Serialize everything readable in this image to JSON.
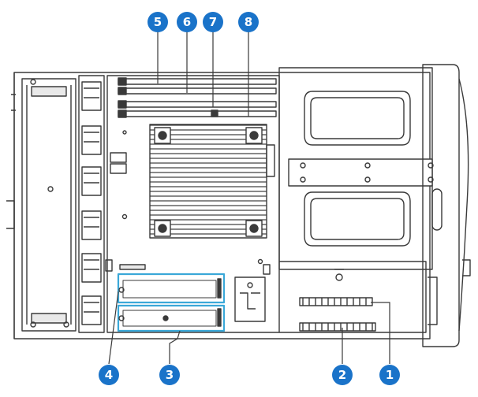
{
  "colors": {
    "callout": "#1a73c9",
    "highlight": "#3aa8d8",
    "line": "#3a3a3a",
    "fill": "#ffffff",
    "shade": "#e9e9e9"
  },
  "callouts": [
    {
      "id": "1",
      "label": "1"
    },
    {
      "id": "2",
      "label": "2"
    },
    {
      "id": "3",
      "label": "3"
    },
    {
      "id": "4",
      "label": "4"
    },
    {
      "id": "5",
      "label": "5"
    },
    {
      "id": "6",
      "label": "6"
    },
    {
      "id": "7",
      "label": "7"
    },
    {
      "id": "8",
      "label": "8"
    }
  ]
}
